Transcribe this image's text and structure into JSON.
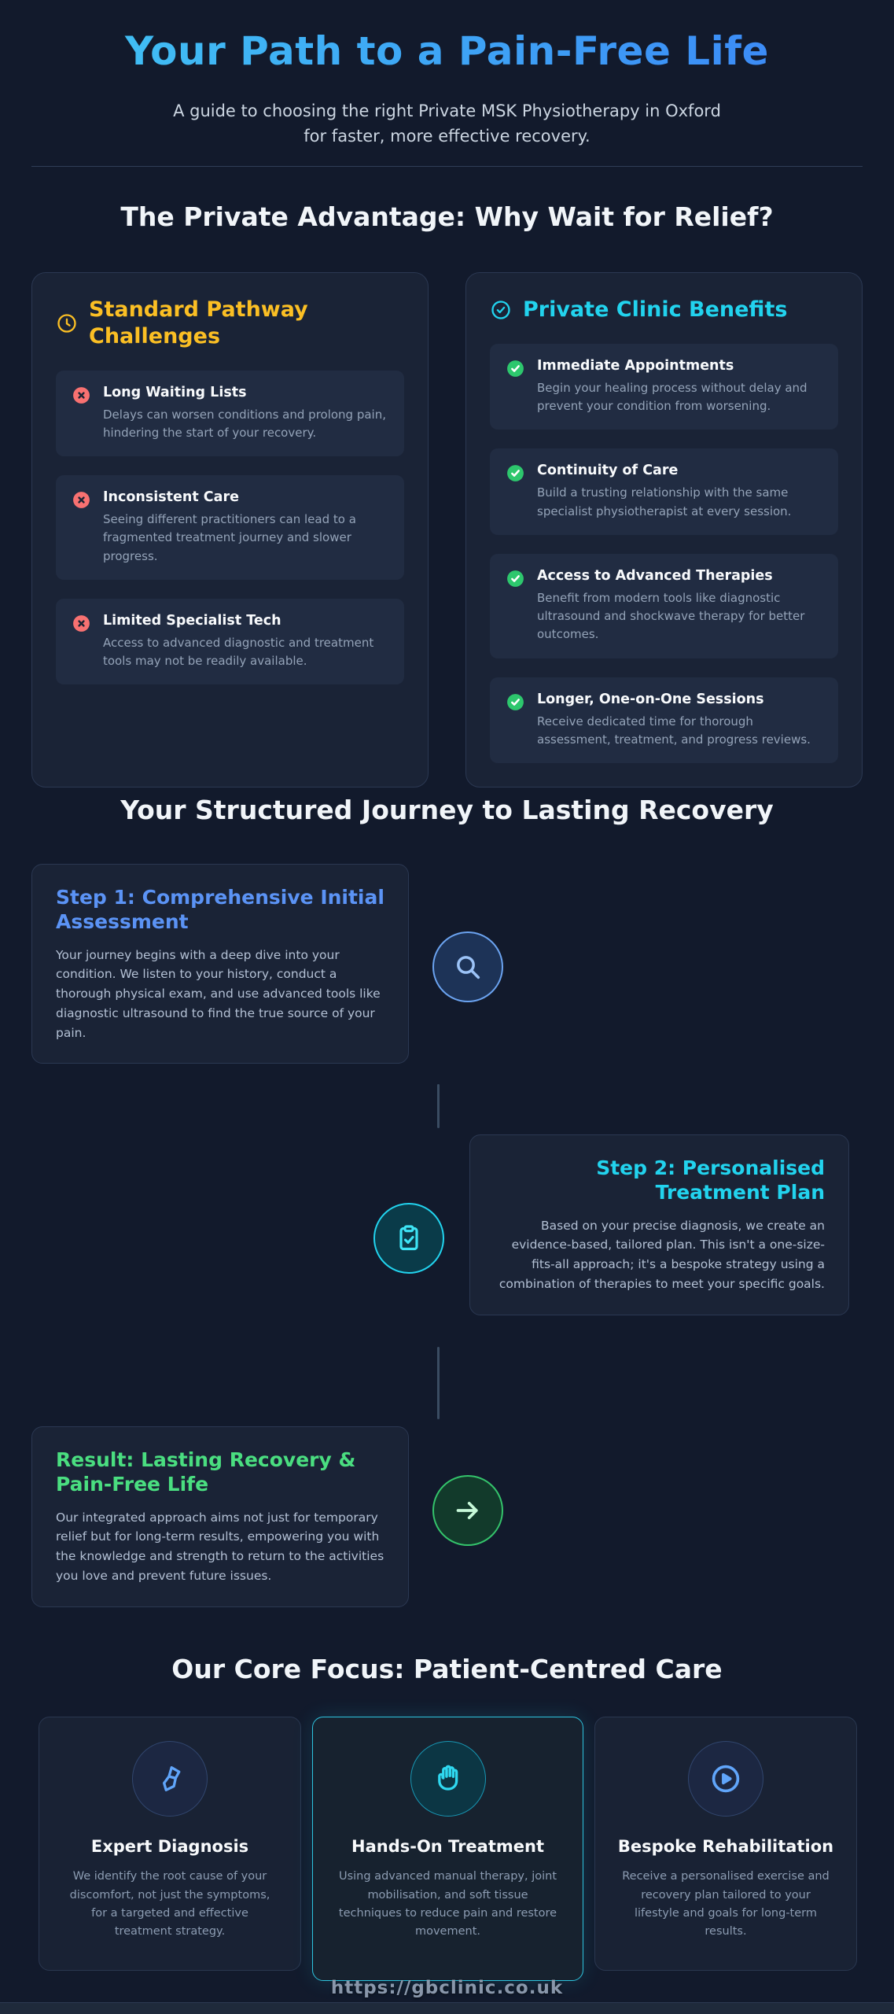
{
  "colors": {
    "page_bg": "#121a2c",
    "title_gradient_start": "#41c7f4",
    "title_gradient_end": "#3b82f6",
    "accent_yellow": "#fbbf24",
    "accent_cyan": "#22d3ee",
    "accent_blue": "#5b93f5",
    "accent_green": "#4ade80",
    "accent_red": "#f87171"
  },
  "header": {
    "title": "Your Path to a Pain-Free Life",
    "subtitle": "A guide to choosing the right Private MSK Physiotherapy in Oxford for faster, more effective recovery."
  },
  "advantage": {
    "heading": "The Private Advantage: Why Wait for Relief?",
    "challenges": {
      "title": "Standard Pathway Challenges",
      "icon": "clock-icon",
      "items": [
        {
          "title": "Long Waiting Lists",
          "desc": "Delays can worsen conditions and prolong pain, hindering the start of your recovery."
        },
        {
          "title": "Inconsistent Care",
          "desc": "Seeing different practitioners can lead to a fragmented treatment journey and slower progress."
        },
        {
          "title": "Limited Specialist Tech",
          "desc": "Access to advanced diagnostic and treatment tools may not be readily available."
        }
      ]
    },
    "benefits": {
      "title": "Private Clinic Benefits",
      "icon": "check-circle-icon",
      "items": [
        {
          "title": "Immediate Appointments",
          "desc": "Begin your healing process without delay and prevent your condition from worsening."
        },
        {
          "title": "Continuity of Care",
          "desc": "Build a trusting relationship with the same specialist physiotherapist at every session."
        },
        {
          "title": "Access to Advanced Therapies",
          "desc": "Benefit from modern tools like diagnostic ultrasound and shockwave therapy for better outcomes."
        },
        {
          "title": "Longer, One-on-One Sessions",
          "desc": "Receive dedicated time for thorough assessment, treatment, and progress reviews."
        }
      ]
    }
  },
  "journey": {
    "heading": "Your Structured Journey to Lasting Recovery",
    "steps": [
      {
        "title": "Step 1: Comprehensive Initial Assessment",
        "icon": "search-icon",
        "desc": "Your journey begins with a deep dive into your condition. We listen to your history, conduct a thorough physical exam, and use advanced tools like diagnostic ultrasound to find the true source of your pain."
      },
      {
        "title": "Step 2: Personalised Treatment Plan",
        "icon": "clipboard-check-icon",
        "desc": "Based on your precise diagnosis, we create an evidence-based, tailored plan. This isn't a one-size-fits-all approach; it's a bespoke strategy using a combination of therapies to meet your specific goals."
      },
      {
        "title": "Result: Lasting Recovery & Pain-Free Life",
        "icon": "arrow-right-icon",
        "desc": "Our integrated approach aims not just for temporary relief but for long-term results, empowering you with the knowledge and strength to return to the activities you love and prevent future issues."
      }
    ]
  },
  "core_focus": {
    "heading": "Our Core Focus: Patient-Centred Care",
    "cards": [
      {
        "title": "Expert Diagnosis",
        "icon": "diagnosis-icon",
        "desc": "We identify the root cause of your discomfort, not just the symptoms, for a targeted and effective treatment strategy."
      },
      {
        "title": "Hands-On Treatment",
        "icon": "hand-icon",
        "desc": "Using advanced manual therapy, joint mobilisation, and soft tissue techniques to reduce pain and restore movement."
      },
      {
        "title": "Bespoke Rehabilitation",
        "icon": "play-circle-icon",
        "desc": "Receive a personalised exercise and recovery plan tailored to your lifestyle and goals for long-term results."
      }
    ]
  },
  "footer": {
    "url": "https://gbclinic.co.uk"
  }
}
